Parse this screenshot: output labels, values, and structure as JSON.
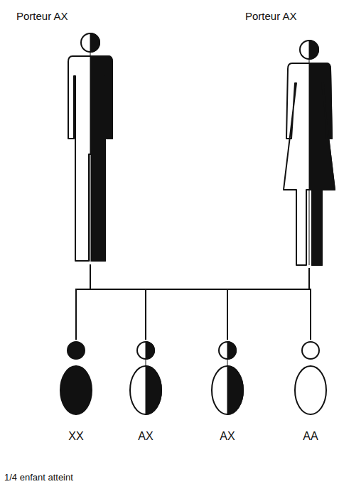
{
  "diagram": {
    "caption": "1/4 enfant atteint",
    "nodes": [
      {
        "text": [
          "Porteur AX"
        ]
      },
      {
        "text": [
          "Porteur AX"
        ]
      },
      {
        "text": [
          "XX"
        ]
      },
      {
        "text": [
          "AX"
        ]
      },
      {
        "text": [
          "AX"
        ]
      },
      {
        "text": [
          "AA"
        ]
      }
    ],
    "edges": [
      {
        "from": 0,
        "to": 2,
        "arrow": "none"
      },
      {
        "from": 0,
        "to": 3,
        "arrow": "none"
      },
      {
        "from": 0,
        "to": 4,
        "arrow": "none"
      },
      {
        "from": 0,
        "to": 5,
        "arrow": "none"
      },
      {
        "from": 1,
        "to": 2,
        "arrow": "none"
      },
      {
        "from": 1,
        "to": 3,
        "arrow": "none"
      },
      {
        "from": 1,
        "to": 4,
        "arrow": "none"
      },
      {
        "from": 1,
        "to": 5,
        "arrow": "none"
      }
    ]
  }
}
